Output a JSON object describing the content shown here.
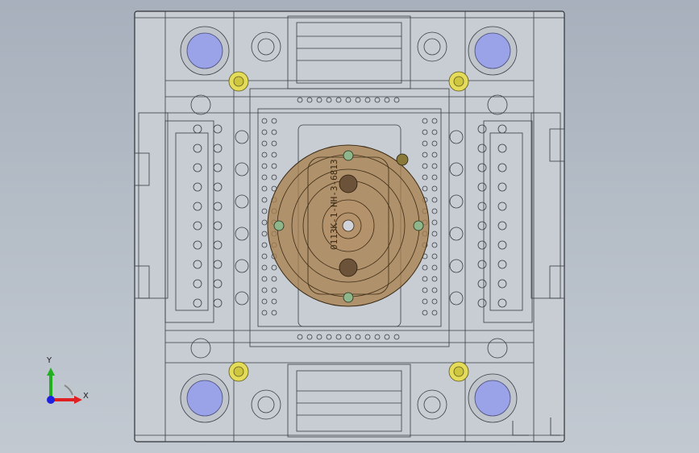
{
  "viewport": {
    "background_color": "#b3bbc5",
    "line_color": "#3a3d44"
  },
  "part": {
    "engraved_text": "0113K-1-HH-3-6813",
    "core_fill_color": "#a8804e",
    "guide_bushing_color": "#9aa3e8",
    "screw_color": "#e0d850"
  },
  "triad": {
    "x_label": "X",
    "y_label": "Y",
    "x_color": "#e02020",
    "y_color": "#20b020",
    "origin_color": "#2020e0"
  }
}
